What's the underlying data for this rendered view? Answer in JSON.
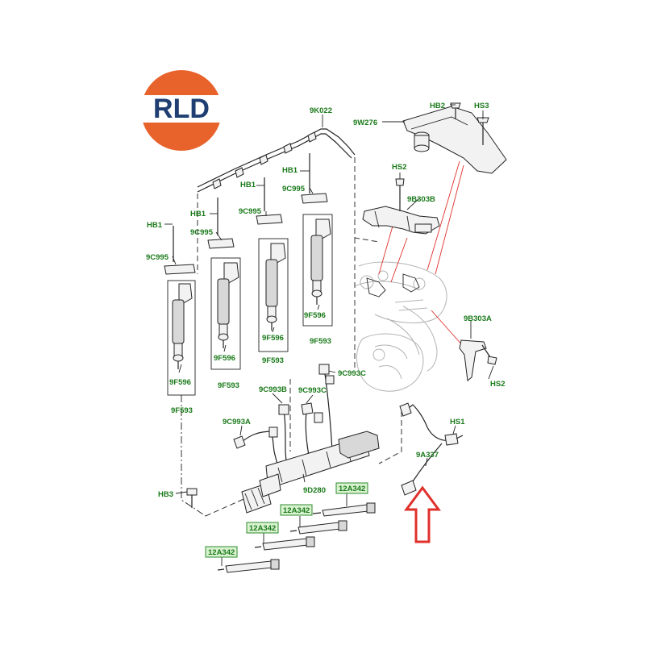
{
  "logo": {
    "text": "RLD",
    "ring_color": "#e8622c",
    "text_color": "#1f3f73"
  },
  "labels": {
    "rail_tube": "9K022",
    "shield": "9W276",
    "hb2": "HB2",
    "hs3": "HS3",
    "hs2_top": "HS2",
    "bracket_top": "9B303B",
    "hb1_a": "HB1",
    "hb1_b": "HB1",
    "hb1_c": "HB1",
    "hb1_d": "HB1",
    "clamp_a": "9C995",
    "clamp_b": "9C995",
    "clamp_c": "9C995",
    "clamp_d": "9C995",
    "inj_a": "9F596",
    "inj_b": "9F596",
    "inj_c": "9F596",
    "inj_d": "9F596",
    "seal_a": "9F593",
    "seal_b": "9F593",
    "seal_c": "9F593",
    "seal_d": "9F593",
    "bracket_right": "9B303A",
    "hs2_right": "HS2",
    "pipe_c1": "9C993C",
    "pipe_b": "9C993B",
    "pipe_c2": "9C993C",
    "pipe_a": "9C993A",
    "hs1": "HS1",
    "feed_pipe": "9A337",
    "hb3": "HB3",
    "rail": "9D280",
    "glow_1": "12A342",
    "glow_2": "12A342",
    "glow_3": "12A342",
    "glow_4": "12A342"
  },
  "colors": {
    "label_text": "#1a7a1a",
    "label_box": "#d9f2d0",
    "arrow": "#e0302c"
  },
  "icons": {
    "highlight_arrow": "up-arrow-icon"
  }
}
